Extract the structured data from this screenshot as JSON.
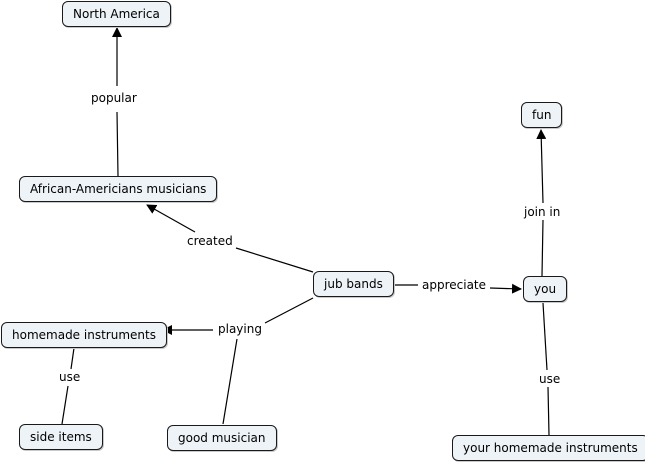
{
  "nodes": {
    "north_america": "North America",
    "african_american_musicians": "African-Americians musicians",
    "jub_bands": "jub bands",
    "homemade_instruments": "homemade instruments",
    "side_items": "side items",
    "good_musician": "good musician",
    "fun": "fun",
    "you": "you",
    "your_homemade_instruments": "your homemade instruments"
  },
  "links": {
    "popular": "popular",
    "created": "created",
    "appreciate": "appreciate",
    "playing": "playing",
    "use_left": "use",
    "join_in": "join in",
    "use_right": "use"
  },
  "colors": {
    "node_fill": "#eef3f7",
    "node_border": "#1a1a1a",
    "edge": "#000000"
  }
}
